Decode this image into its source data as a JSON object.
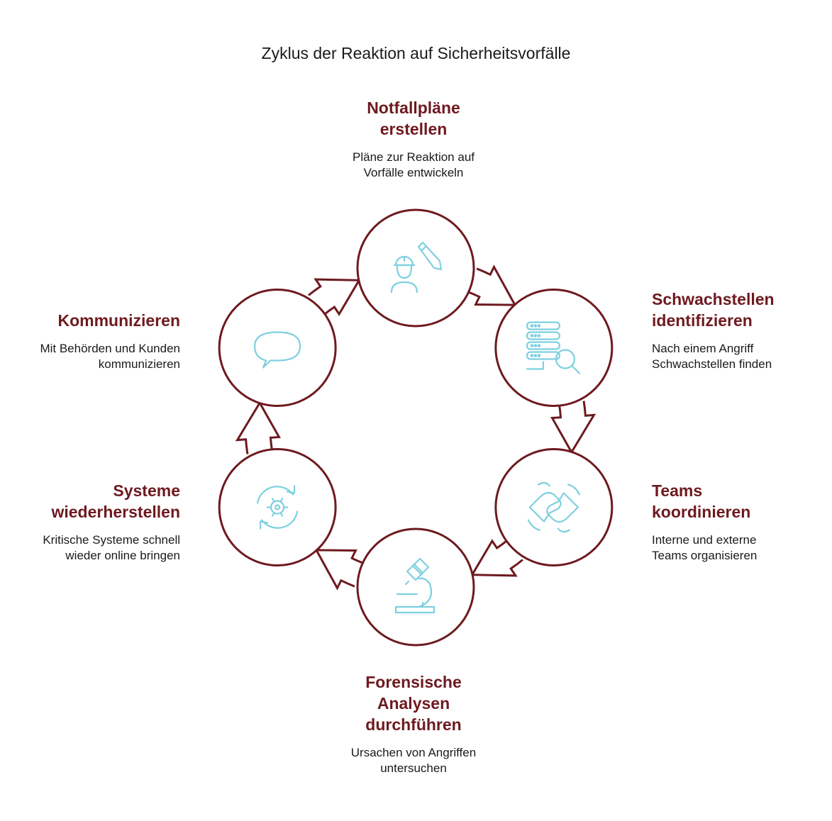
{
  "title": "Zyklus der Reaktion auf Sicherheitsvorfälle",
  "colors": {
    "accent": "#6e1a1f",
    "icon": "#7ed0e0",
    "text": "#1a1a1a"
  },
  "steps": [
    {
      "id": "notfallplaene",
      "icon": "engineer-pencil-icon",
      "title_lines": [
        "Notfallpläne",
        "erstellen"
      ],
      "desc_lines": [
        "Pläne zur Reaktion auf",
        "Vorfälle entwickeln"
      ]
    },
    {
      "id": "schwachstellen",
      "icon": "server-search-icon",
      "title_lines": [
        "Schwachstellen",
        "identifizieren"
      ],
      "desc_lines": [
        "Nach einem Angriff",
        "Schwachstellen finden"
      ]
    },
    {
      "id": "teams",
      "icon": "fist-bump-icon",
      "title_lines": [
        "Teams",
        "koordinieren"
      ],
      "desc_lines": [
        "Interne und externe",
        "Teams organisieren"
      ]
    },
    {
      "id": "forensik",
      "icon": "microscope-icon",
      "title_lines": [
        "Forensische",
        "Analysen",
        "durchführen"
      ],
      "desc_lines": [
        "Ursachen von Angriffen",
        "untersuchen"
      ]
    },
    {
      "id": "wiederherstellen",
      "icon": "gear-refresh-icon",
      "title_lines": [
        "Systeme",
        "wiederherstellen"
      ],
      "desc_lines": [
        "Kritische Systeme schnell",
        "wieder online bringen"
      ]
    },
    {
      "id": "kommunizieren",
      "icon": "speech-bubble-icon",
      "title_lines": [
        "Kommunizieren"
      ],
      "desc_lines": [
        "Mit Behörden und Kunden",
        "kommunizieren"
      ]
    }
  ]
}
